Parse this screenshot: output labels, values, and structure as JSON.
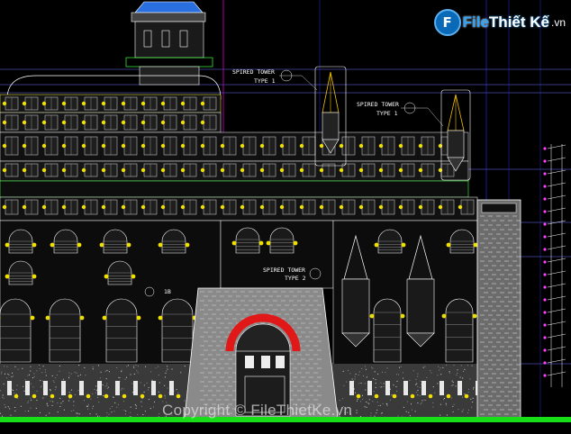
{
  "logo": {
    "mark": "F",
    "word1": "File",
    "word2": "Thiết Kế",
    "tld": ".vn"
  },
  "watermark": "Copyright © FileThietKe.vn",
  "annotations": {
    "tower_label_1": "SPIRED TOWER",
    "tower_type_1": "TYPE 1",
    "tower_label_2": "SPIRED TOWER",
    "tower_type_2": "TYPE 1",
    "tower_label_3": "SPIRED TOWER",
    "tower_type_3": "TYPE 2",
    "section_ref": "1B"
  },
  "colors": {
    "background": "#000000",
    "ground_line": "#18e018",
    "roof_blue": "#2a6fe0",
    "gate_arch": "#e01818",
    "wall_grey": "#8c8c8c",
    "window_yellow": "#f0e000",
    "guide_magenta": "#d000d0",
    "guide_blue": "#3030ff"
  }
}
